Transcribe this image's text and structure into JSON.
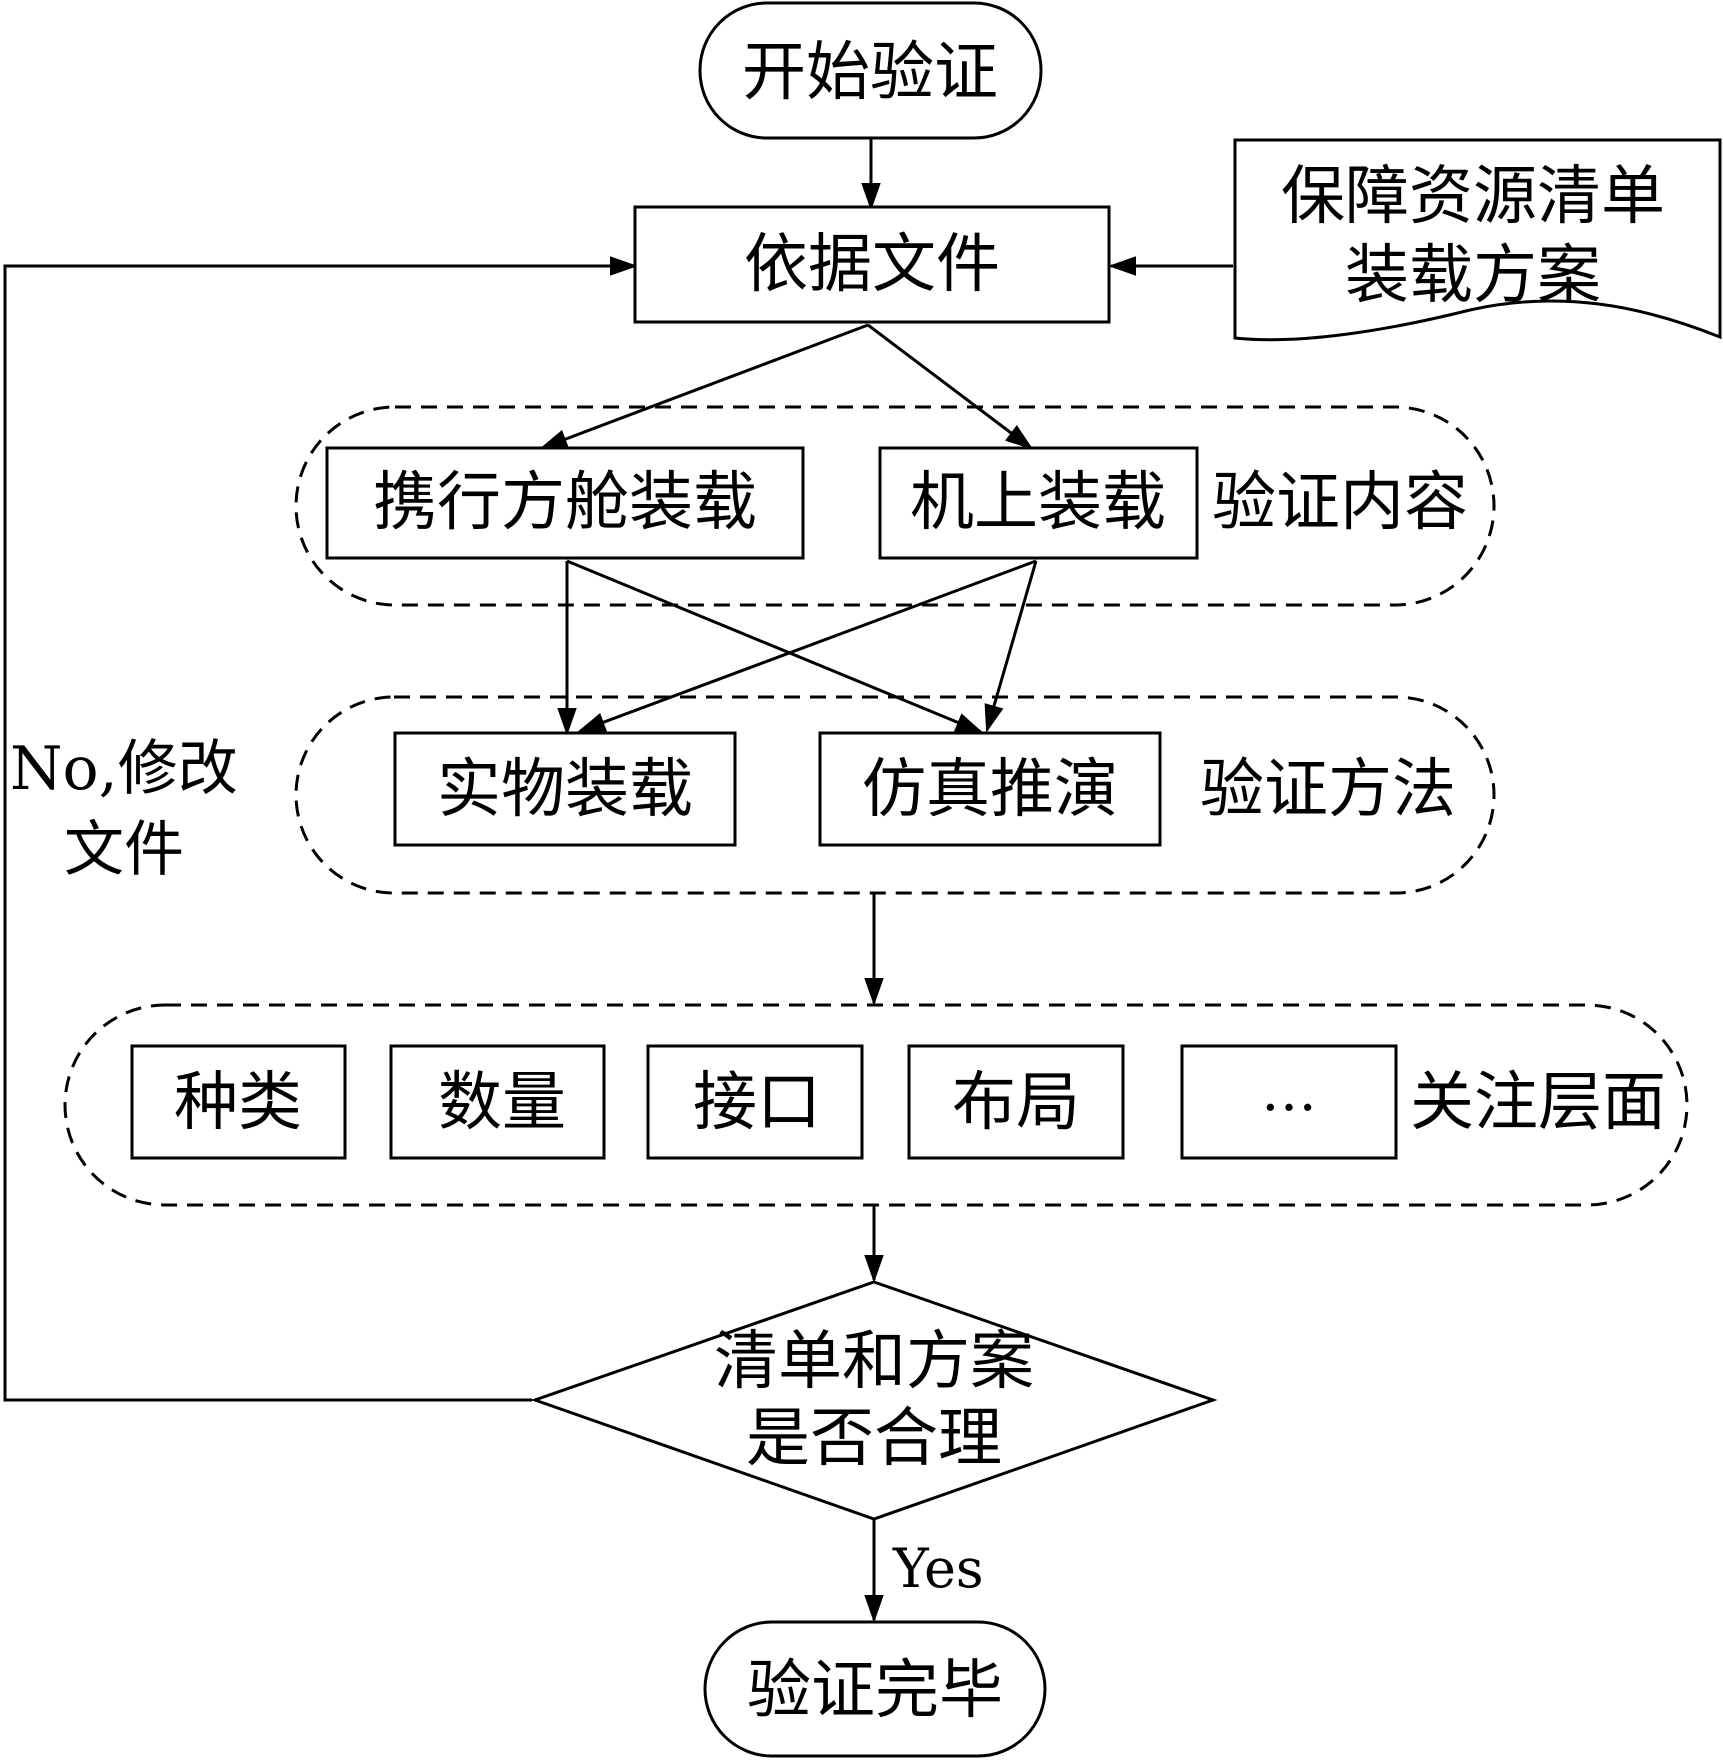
{
  "start": "开始验证",
  "basis": "依据文件",
  "document": {
    "line1": "保障资源清单",
    "line2": "装载方案"
  },
  "content": {
    "item1": "携行方舱装载",
    "item2": "机上装载",
    "label": "验证内容"
  },
  "method": {
    "item1": "实物装载",
    "item2": "仿真推演",
    "label": "验证方法"
  },
  "focus": {
    "items": [
      "种类",
      "数量",
      "接口",
      "布局",
      "…"
    ],
    "label": "关注层面"
  },
  "decision": {
    "line1": "清单和方案",
    "line2": "是否合理"
  },
  "no_branch": {
    "line1": "No,修改",
    "line2": "文件"
  },
  "yes_branch": "Yes",
  "end": "验证完毕"
}
